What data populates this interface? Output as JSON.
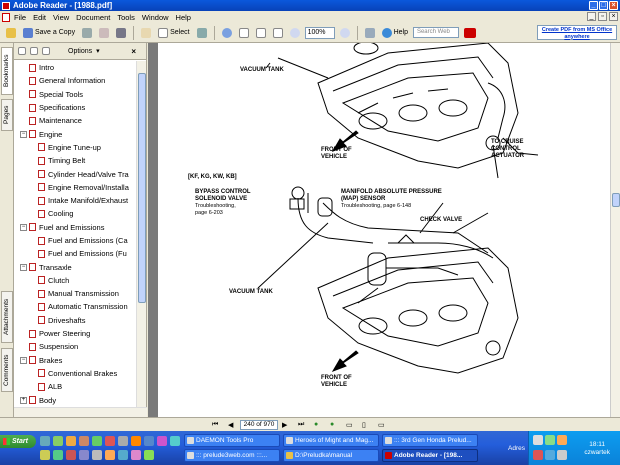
{
  "window": {
    "title": "Adobe Reader - [1988.pdf]"
  },
  "menu": [
    "File",
    "Edit",
    "View",
    "Document",
    "Tools",
    "Window",
    "Help"
  ],
  "toolbar": {
    "save_copy": "Save a Copy",
    "select": "Select",
    "zoom": "100%",
    "help": "Help",
    "search_placeholder": "Search Web",
    "create_pdf": "Create PDF from MS Office anywhere"
  },
  "side_tabs": [
    "Bookmarks",
    "Pages",
    "Attachments",
    "Comments"
  ],
  "panel": {
    "options": "Options"
  },
  "bookmarks": [
    {
      "label": "Intro",
      "level": 1,
      "expander": ""
    },
    {
      "label": "General Information",
      "level": 1,
      "expander": ""
    },
    {
      "label": "Special Tools",
      "level": 1,
      "expander": ""
    },
    {
      "label": "Specifications",
      "level": 1,
      "expander": ""
    },
    {
      "label": "Maintenance",
      "level": 1,
      "expander": ""
    },
    {
      "label": "Engine",
      "level": 1,
      "expander": "−"
    },
    {
      "label": "Engine Tune-up",
      "level": 2,
      "expander": ""
    },
    {
      "label": "Timing Belt",
      "level": 2,
      "expander": ""
    },
    {
      "label": "Cylinder Head/Valve Tra",
      "level": 2,
      "expander": ""
    },
    {
      "label": "Engine Removal/Installa",
      "level": 2,
      "expander": ""
    },
    {
      "label": "Intake Manifold/Exhaust",
      "level": 2,
      "expander": ""
    },
    {
      "label": "Cooling",
      "level": 2,
      "expander": ""
    },
    {
      "label": "Fuel and Emissions",
      "level": 1,
      "expander": "−"
    },
    {
      "label": "Fuel and Emissions (Ca",
      "level": 2,
      "expander": ""
    },
    {
      "label": "Fuel and Emissions (Fu",
      "level": 2,
      "expander": ""
    },
    {
      "label": "Transaxle",
      "level": 1,
      "expander": "−"
    },
    {
      "label": "Clutch",
      "level": 2,
      "expander": ""
    },
    {
      "label": "Manual Transmission",
      "level": 2,
      "expander": ""
    },
    {
      "label": "Automatic Transmission",
      "level": 2,
      "expander": ""
    },
    {
      "label": "Driveshafts",
      "level": 2,
      "expander": ""
    },
    {
      "label": "Power Steering",
      "level": 1,
      "expander": ""
    },
    {
      "label": "Suspension",
      "level": 1,
      "expander": ""
    },
    {
      "label": "Brakes",
      "level": 1,
      "expander": "−"
    },
    {
      "label": "Conventional Brakes",
      "level": 2,
      "expander": ""
    },
    {
      "label": "ALB",
      "level": 2,
      "expander": ""
    },
    {
      "label": "Body",
      "level": 1,
      "expander": "+"
    }
  ],
  "diagram": {
    "vacuum_tank_1": "VACUUM TANK",
    "front_vehicle_1": "FRONT OF\nVEHICLE",
    "cruise": "TO CRUISE\nCONTROL\nACTUATOR",
    "models": "[KF, KG, KW, KB]",
    "bypass": "BYPASS CONTROL\nSOLENOID VALVE",
    "bypass_ts": "Troubleshooting,\npage 6-203",
    "map": "MANIFOLD ABSOLUTE PRESSURE\n(MAP) SENSOR",
    "map_ts": "Troubleshooting, page 6-148",
    "check": "CHECK VALVE",
    "vacuum_tank_2": "VACUUM TANK",
    "front_vehicle_2": "FRONT OF\nVEHICLE"
  },
  "nav": {
    "page_box": "240 of 970"
  },
  "taskbar": {
    "start": "Start",
    "tasks": [
      {
        "label": "DAEMON Tools Pro",
        "active": false
      },
      {
        "label": "Heroes of Might and Mag...",
        "active": false
      },
      {
        "label": "::: 3rd Gen Honda Prelud...",
        "active": false
      },
      {
        "label": "::: prelude3web.com :::...",
        "active": false
      },
      {
        "label": "D:\\Preludka\\manual",
        "active": false
      },
      {
        "label": "Adobe Reader - [198...",
        "active": true
      }
    ],
    "address_label": "Adres",
    "clock": "18:11",
    "user": "czwartek"
  },
  "colors": {
    "title_bar": "#0a58dc",
    "taskbar": "#245edb",
    "tray": "#0b82d9"
  }
}
